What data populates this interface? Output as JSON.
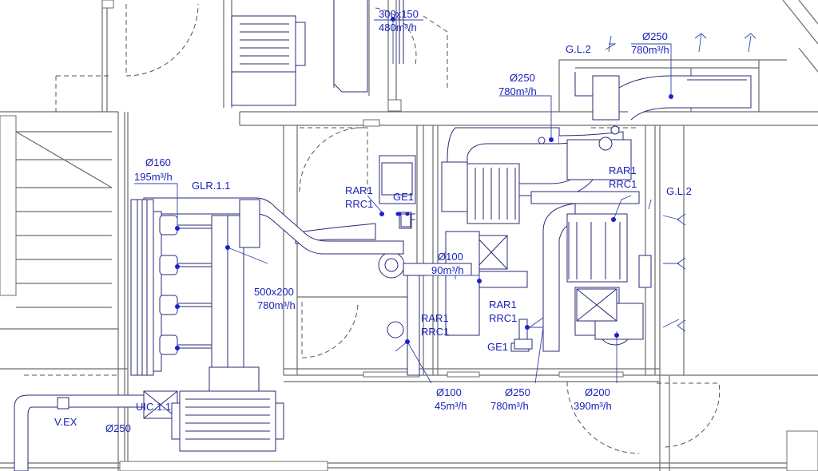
{
  "labels": {
    "duct_300x150": "300x150",
    "flow_480": "480m³/h",
    "gl2_top": "G.L.2",
    "d250_top": "Ø250",
    "flow_780_top": "780m³/h",
    "d250_mid": "Ø250",
    "flow_780_mid": "780m³/h",
    "d160": "Ø160",
    "flow_195": "195m³/h",
    "glr11": "GLR.1.1",
    "rar1_a": "RAR1",
    "rrc1_a": "RRC1",
    "ge1_a": "GE1",
    "rar1_b": "RAR1",
    "rrc1_b": "RRC1",
    "gl2_right": "G.L.2",
    "d100_mid": "Ø100",
    "flow_90": "90m³/h",
    "duct_500x200": "500x200",
    "flow_780_left": "780m³/h",
    "rar1_c": "RAR1",
    "rrc1_c": "RRC1",
    "rar1_d": "RAR1",
    "rrc1_d": "RRC1",
    "ge1_b": "GE1",
    "d100_bot": "Ø100",
    "flow_45": "45m³/h",
    "d250_bot": "Ø250",
    "flow_780_bot": "780m³/h",
    "d200_bot": "Ø200",
    "flow_390": "390m³/h",
    "vex": "V.EX",
    "uic11": "UIC.1.1",
    "d250_left": "Ø250"
  }
}
